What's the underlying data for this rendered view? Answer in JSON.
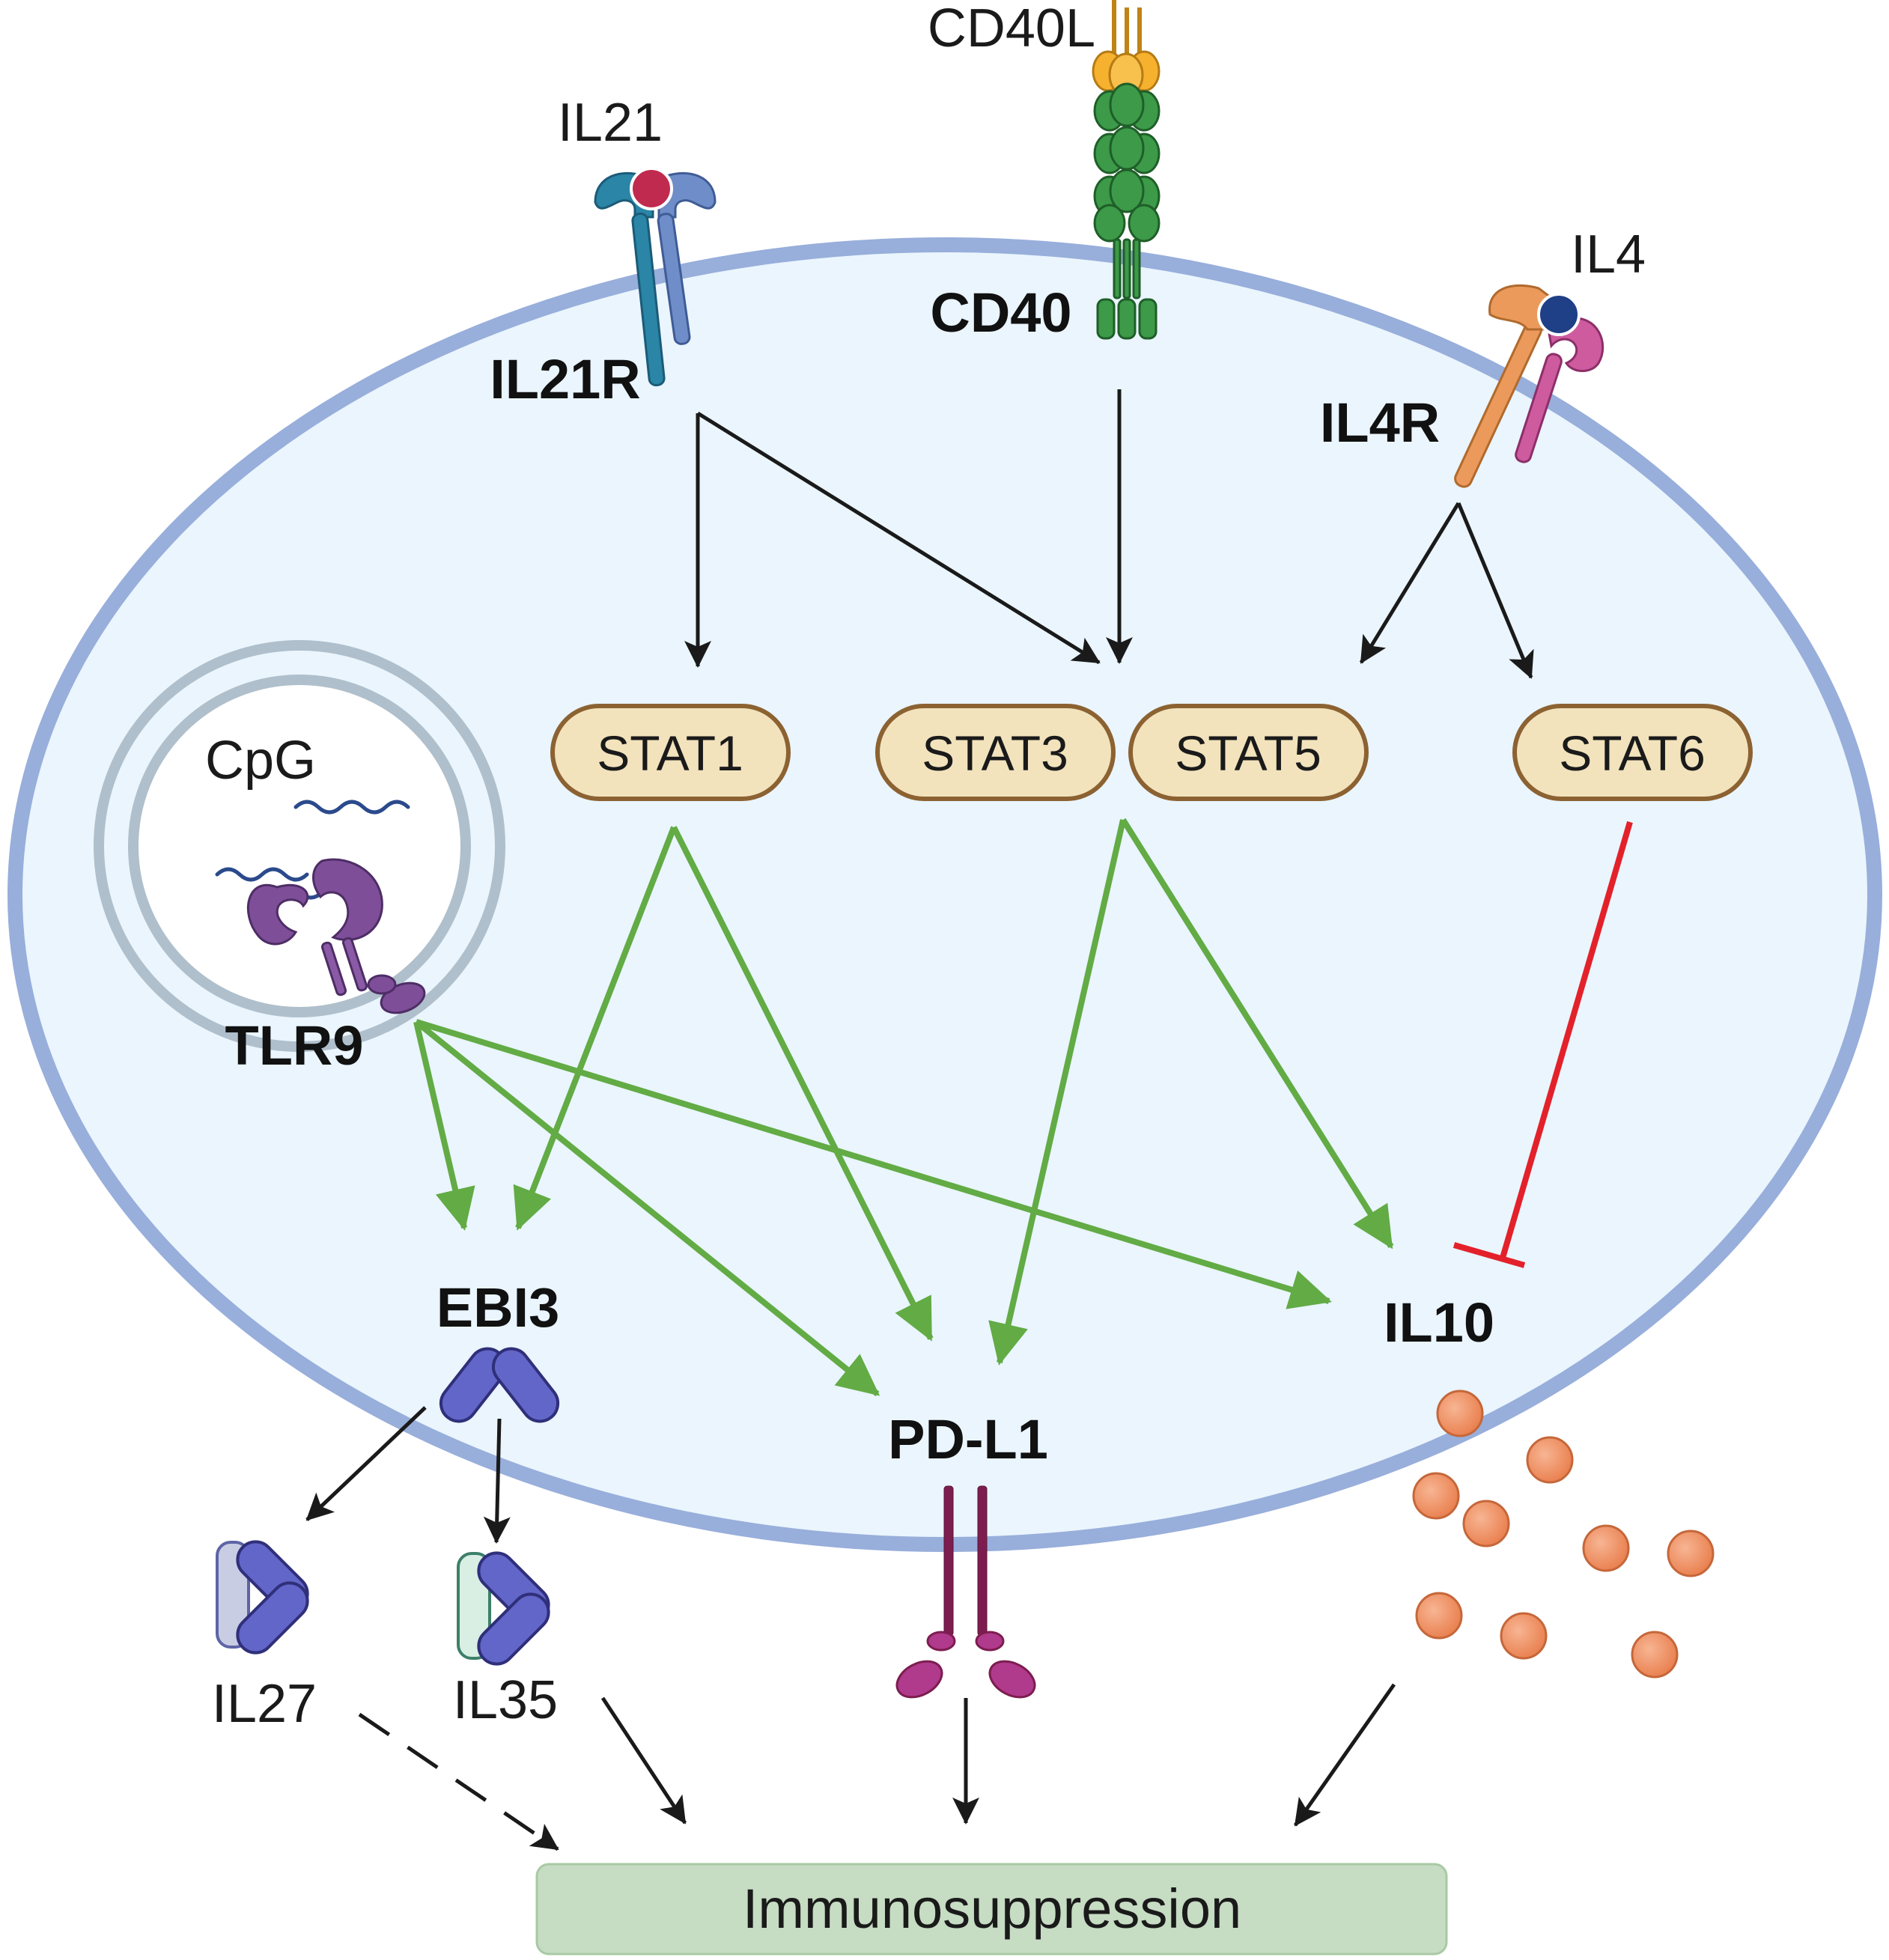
{
  "colors": {
    "membrane": "#98aedb",
    "cytoplasm": "#eaf5fd",
    "activation_arrow": "#62ab45",
    "signal_arrow": "#1a1a1a",
    "inhibition": "#e3212b",
    "stat_fill": "#f2e3bd",
    "stat_stroke": "#8c6232",
    "output_fill": "#c6dcc3",
    "il10_particle": "#ef915f",
    "pdl1": "#7d1d4f",
    "tlr9": "#7e4f98",
    "cd40": "#3c9a48",
    "cd40l": "#f6b12f"
  },
  "ligands": {
    "il21": "IL21",
    "cd40l": "CD40L",
    "il4": "IL4",
    "cpg": "CpG"
  },
  "receptors": {
    "il21r": "IL21R",
    "cd40": "CD40",
    "il4r": "IL4R",
    "tlr9": "TLR9"
  },
  "transcription_factors": [
    "STAT1",
    "STAT3",
    "STAT5",
    "STAT6"
  ],
  "targets": {
    "ebi3": "EBI3",
    "pdl1": "PD-L1",
    "il10": "IL10"
  },
  "cytokines": {
    "il27": "IL27",
    "il35": "IL35"
  },
  "outcome": "Immunosuppression"
}
